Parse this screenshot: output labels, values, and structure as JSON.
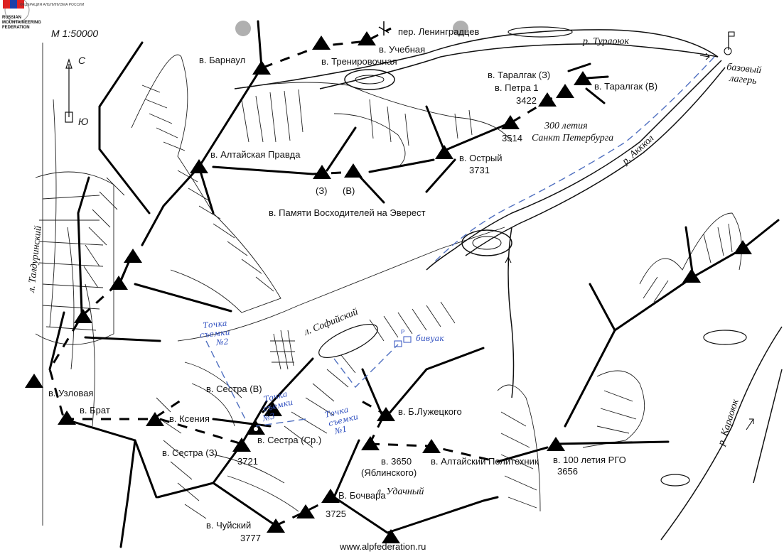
{
  "logo": {
    "lines": [
      "RUSSIAN",
      "MOUNTAINEERING",
      "FEDERATION"
    ],
    "arc_text": "ФЕДЕРАЦИЯ АЛЬПИНИЗМА РОССИИ"
  },
  "scale": "М 1:50000",
  "compass": {
    "north": "С",
    "south": "Ю"
  },
  "rivers": {
    "turaoyuk": "р. Тураоюк",
    "akkol": "р. Акккол",
    "karaoyuk": "р. Караоюк"
  },
  "glaciers": {
    "taldurinsky": "л. Талдуринский",
    "sofiysky": "л. Софийский",
    "udachny": "л. Удачный"
  },
  "base_camp": [
    "базовый",
    "лагерь"
  ],
  "bivouac": "бивуак",
  "photo_points": {
    "p1": [
      "Точка",
      "съемки",
      "№1"
    ],
    "p2": [
      "Точка",
      "съемки",
      "№2"
    ],
    "p3": [
      "Точка",
      "съемки",
      "№3"
    ]
  },
  "peaks": {
    "barnaul": "в. Барнаул",
    "uchebnaya": "в. Учебная",
    "trenirovochnaya": "в. Тренировочная",
    "pass_leningradtsev": "пер. Ленинградцев",
    "taralgak_w": "в. Таралгак (З)",
    "taralgak_e": "в. Таралгак (В)",
    "petra1": "в. Петра 1",
    "petra1_alt": "3422",
    "spb300": [
      "300 летия",
      "Санкт Петербурга"
    ],
    "spb300_alt": "3514",
    "ostry": "в. Острый",
    "ostry_alt": "3731",
    "altai_pravda": "в. Алтайская Правда",
    "everest_w": "(З)",
    "everest_e": "(В)",
    "everest": "в. Памяти Восходителей на Эверест",
    "uzlovaya": "в. Узловая",
    "brat": "в. Брат",
    "ksenia": "в. Ксения",
    "sestra_w": "в. Сестра (З)",
    "sestra_e": "в. Сестра (В)",
    "sestra_mid": "в. Сестра (Ср.)",
    "sestra_alt": "3721",
    "luzhetsky": "в. Б.Лужецкого",
    "yablinsky_alt": "в. 3650",
    "yablinsky": "(Яблинского)",
    "altai_polytech": "в. Алтайский Политехник",
    "rgo": "в. 100 летия РГО",
    "rgo_alt": "3656",
    "bochvara": "В. Бочвара",
    "bochvara_alt": "3725",
    "chuysky": "в. Чуйский",
    "chuysky_alt": "3777"
  },
  "footer": "www.alpfederation.ru"
}
